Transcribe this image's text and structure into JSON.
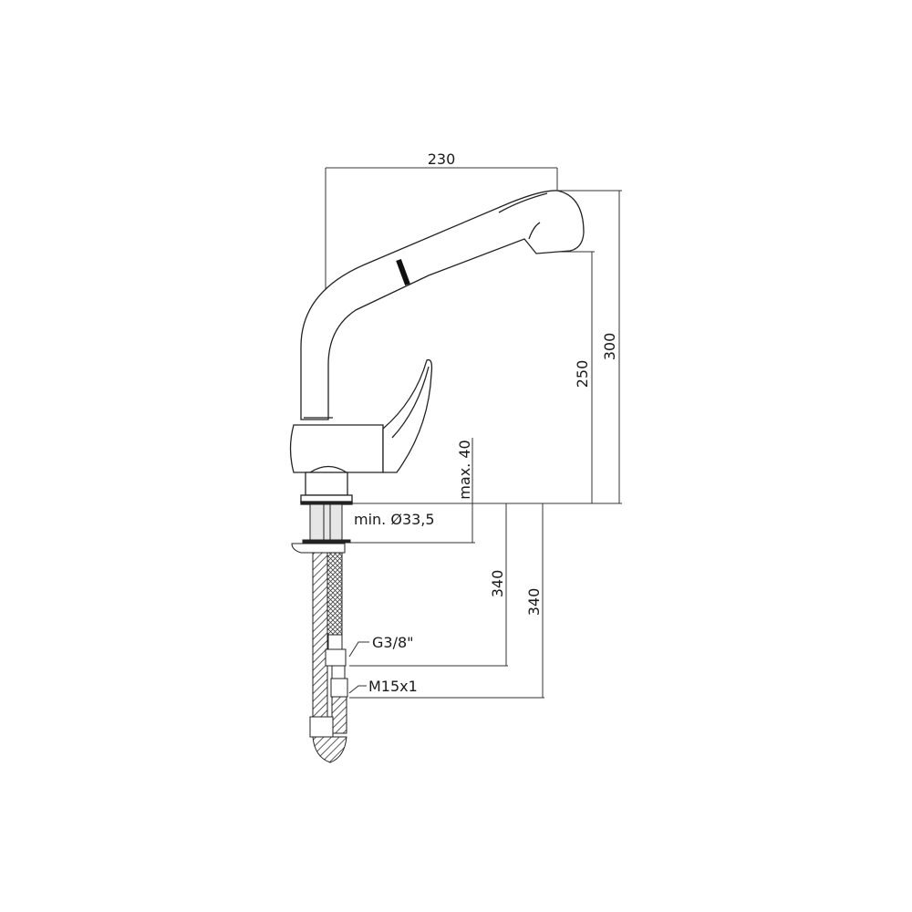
{
  "drawing": {
    "subject": "Pull-out kitchen faucet technical dimension drawing",
    "dimensions": {
      "width_top": "230",
      "height_total": "300",
      "height_spout": "250",
      "max_thickness": "max. 40",
      "min_hole": "min. Ø33,5",
      "hose_length_1": "340",
      "hose_length_2": "340"
    },
    "connections": {
      "thread_1": "G3/8\"",
      "thread_2": "M15x1"
    }
  }
}
